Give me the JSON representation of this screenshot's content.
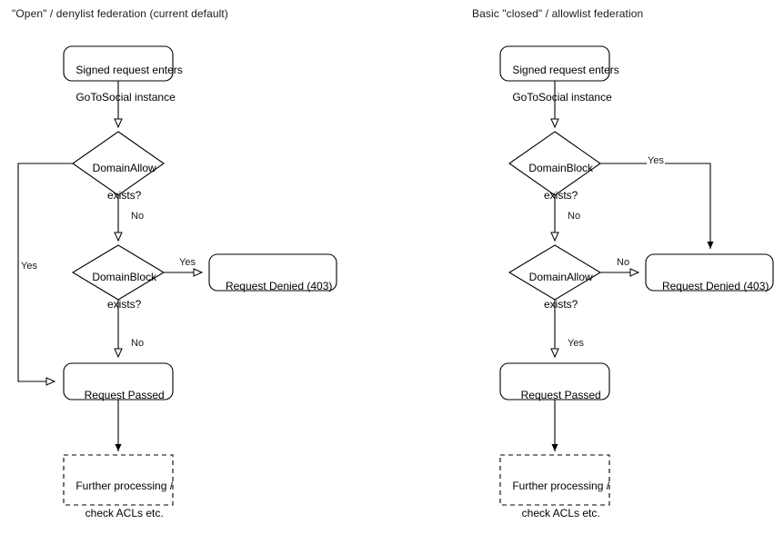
{
  "diagram": {
    "type": "flowchart",
    "background": "#ffffff",
    "stroke_color": "#000000",
    "text_color": "#000000",
    "columns": [
      {
        "id": "open-federation",
        "title": "\"Open\" / denylist federation (current default)",
        "nodes": [
          {
            "id": "entry-left",
            "shape": "rounded-rect",
            "text_line1": "Signed request enters",
            "text_line2": "GoToSocial instance"
          },
          {
            "id": "domain-allow-left",
            "shape": "diamond",
            "text_line1": "DomainAllow",
            "text_line2": "exists?"
          },
          {
            "id": "domain-block-left",
            "shape": "diamond",
            "text_line1": "DomainBlock",
            "text_line2": "exists?"
          },
          {
            "id": "denied-left",
            "shape": "rounded-rect",
            "text_line1": "Request Denied (403)",
            "text_line2": ""
          },
          {
            "id": "passed-left",
            "shape": "rounded-rect",
            "text_line1": "Request Passed",
            "text_line2": ""
          },
          {
            "id": "further-left",
            "shape": "dashed-rect",
            "text_line1": "Further processing /",
            "text_line2": "check ACLs etc."
          }
        ],
        "edges": [
          {
            "id": "e1",
            "from": "entry-left",
            "to": "domain-allow-left",
            "label": ""
          },
          {
            "id": "e2",
            "from": "domain-allow-left",
            "to": "domain-block-left",
            "label": "No"
          },
          {
            "id": "e3",
            "from": "domain-allow-left",
            "to": "passed-left",
            "label": "Yes"
          },
          {
            "id": "e4",
            "from": "domain-block-left",
            "to": "denied-left",
            "label": "Yes"
          },
          {
            "id": "e5",
            "from": "domain-block-left",
            "to": "passed-left",
            "label": "No"
          },
          {
            "id": "e6",
            "from": "passed-left",
            "to": "further-left",
            "label": ""
          }
        ]
      },
      {
        "id": "closed-federation",
        "title": "Basic \"closed\" / allowlist federation",
        "nodes": [
          {
            "id": "entry-right",
            "shape": "rounded-rect",
            "text_line1": "Signed request enters",
            "text_line2": "GoToSocial instance"
          },
          {
            "id": "domain-block-right",
            "shape": "diamond",
            "text_line1": "DomainBlock",
            "text_line2": "exists?"
          },
          {
            "id": "domain-allow-right",
            "shape": "diamond",
            "text_line1": "DomainAllow",
            "text_line2": "exists?"
          },
          {
            "id": "denied-right",
            "shape": "rounded-rect",
            "text_line1": "Request Denied (403)",
            "text_line2": ""
          },
          {
            "id": "passed-right",
            "shape": "rounded-rect",
            "text_line1": "Request Passed",
            "text_line2": ""
          },
          {
            "id": "further-right",
            "shape": "dashed-rect",
            "text_line1": "Further processing /",
            "text_line2": "check ACLs etc."
          }
        ],
        "edges": [
          {
            "id": "r1",
            "from": "entry-right",
            "to": "domain-block-right",
            "label": ""
          },
          {
            "id": "r2",
            "from": "domain-block-right",
            "to": "denied-right",
            "label": "Yes"
          },
          {
            "id": "r3",
            "from": "domain-block-right",
            "to": "domain-allow-right",
            "label": "No"
          },
          {
            "id": "r4",
            "from": "domain-allow-right",
            "to": "denied-right",
            "label": "No"
          },
          {
            "id": "r5",
            "from": "domain-allow-right",
            "to": "passed-right",
            "label": "Yes"
          },
          {
            "id": "r6",
            "from": "passed-right",
            "to": "further-right",
            "label": ""
          }
        ]
      }
    ]
  }
}
